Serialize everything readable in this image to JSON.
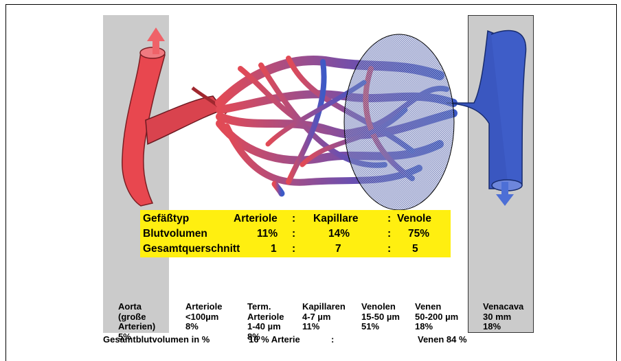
{
  "table": {
    "rows": [
      {
        "label": "Gefäßtyp",
        "c1": "Arteriole",
        "s1": ":",
        "c2": "Kapillare",
        "s2": ":",
        "c3": "Venole"
      },
      {
        "label": "Blutvolumen",
        "c1": "11%",
        "s1": ":",
        "c2": "14%",
        "s2": ":",
        "c3": "75%"
      },
      {
        "label": "Gesamtquerschnitt",
        "c1": "1",
        "s1": ":",
        "c2": "7",
        "s2": ":",
        "c3": "5"
      }
    ]
  },
  "columns": [
    {
      "lines": [
        "Aorta",
        "(große",
        "Arterien)",
        "5%"
      ]
    },
    {
      "lines": [
        "Arteriole",
        "<100µm",
        "8%"
      ]
    },
    {
      "lines": [
        "Term.",
        "Arteriole",
        "1-40 µm",
        "8%"
      ]
    },
    {
      "lines": [
        "Kapillaren",
        "4-7 µm",
        "11%"
      ]
    },
    {
      "lines": [
        "Venolen",
        "15-50 µm",
        "51%"
      ]
    },
    {
      "lines": [
        "Venen",
        "50-200 µm",
        "18%"
      ]
    },
    {
      "lines": [
        "Venacava",
        "30 mm",
        "18%"
      ]
    }
  ],
  "bottom": {
    "label": "Gesamtblutvolumen in %",
    "arterie": "16 %  Arterie",
    "colon": ":",
    "venen": "Venen  84 %"
  },
  "colors": {
    "artery": "#e8474f",
    "vein": "#3a57c0",
    "highlight": "#ffef10",
    "panel": "#cbcbcb"
  }
}
